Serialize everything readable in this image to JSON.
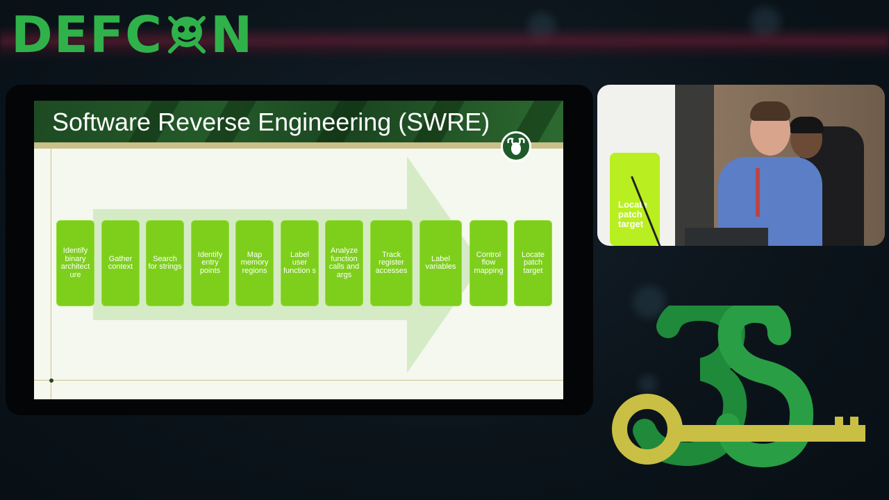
{
  "logo": {
    "text_left": "DEFC",
    "text_right": "N",
    "skull_icon": "skull-crossbones-icon",
    "color": "#2fb24a"
  },
  "slide": {
    "title": "Software Reverse Engineering (SWRE)",
    "header_color": "#245a2a",
    "accent_color": "#c9c08a",
    "steps": [
      "Identify binary architect ure",
      "Gather context",
      "Search for strings",
      "Identify entry points",
      "Map memory regions",
      "Label user function s",
      "Analyze function calls and args",
      "Track register accesses",
      "Label variables",
      "Control flow mapping",
      "Locate patch target"
    ],
    "step_color": "#7dcf1c",
    "arrow_color": "#d5ebc6"
  },
  "camera": {
    "background_screen_text": "Locate patch target"
  },
  "event_mark": {
    "icon": "defcon-38-key-logo-icon",
    "green": "#1f8a3a",
    "gold": "#c9bf45"
  }
}
